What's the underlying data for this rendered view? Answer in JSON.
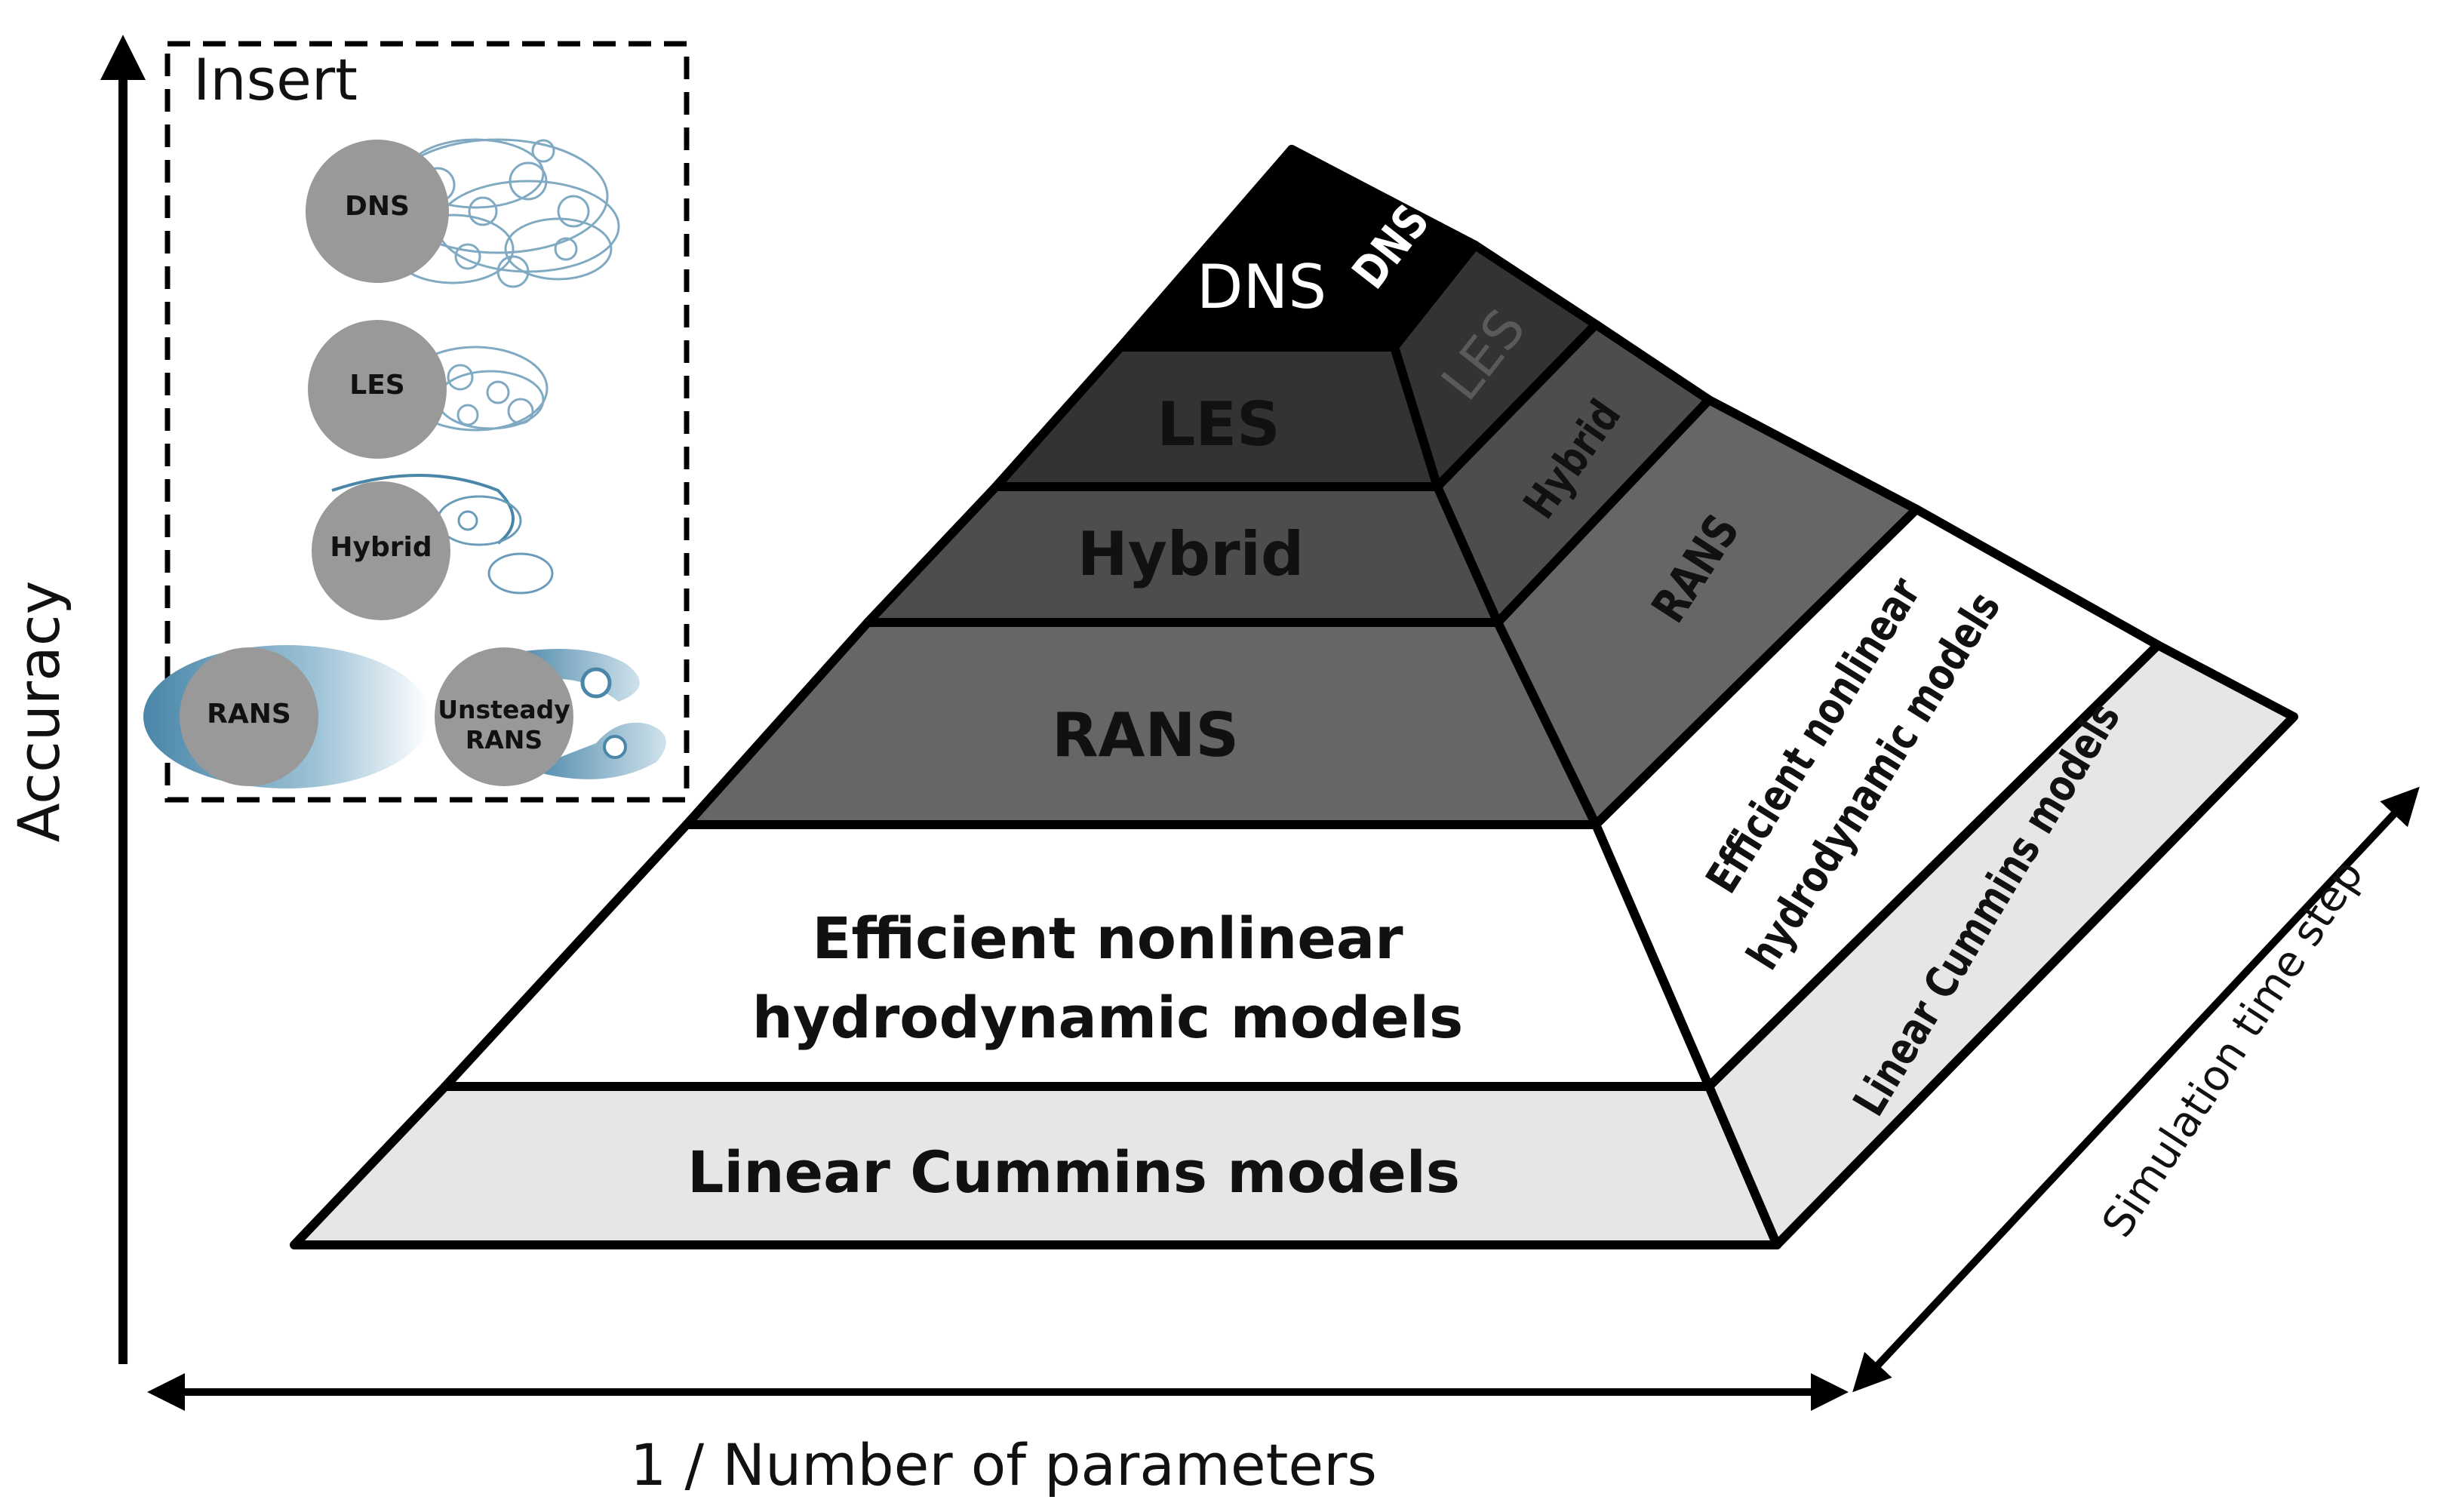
{
  "axes": {
    "y_label": "Accuracy",
    "x_label": "1 / Number of parameters",
    "z_label": "Simulation time step"
  },
  "insert": {
    "title": "Insert",
    "items": {
      "dns": "DNS",
      "les": "LES",
      "hybrid": "Hybrid",
      "rans": "RANS",
      "unsteady_line1": "Unsteady",
      "unsteady_line2": "RANS"
    }
  },
  "pyramid": {
    "front": {
      "dns": "DNS",
      "les": "LES",
      "hybrid": "Hybrid",
      "rans": "RANS",
      "efficient_line1": "Efficient nonlinear",
      "efficient_line2": "hydrodynamic models",
      "linear": "Linear Cummins models"
    },
    "side": {
      "dns": "DNS",
      "les": "LES",
      "hybrid": "Hybrid",
      "rans": "RANS",
      "efficient_line1": "Efficient nonlinear",
      "efficient_line2": "hydrodynamic models",
      "linear": "Linear Cummins models"
    }
  },
  "colors": {
    "dns": "#000000",
    "les": "#333333",
    "hybrid": "#4d4d4d",
    "rans": "#666666",
    "efficient": "#ffffff",
    "linear": "#e6e6e6",
    "circle": "#999999",
    "flow": "#4a86a8"
  }
}
